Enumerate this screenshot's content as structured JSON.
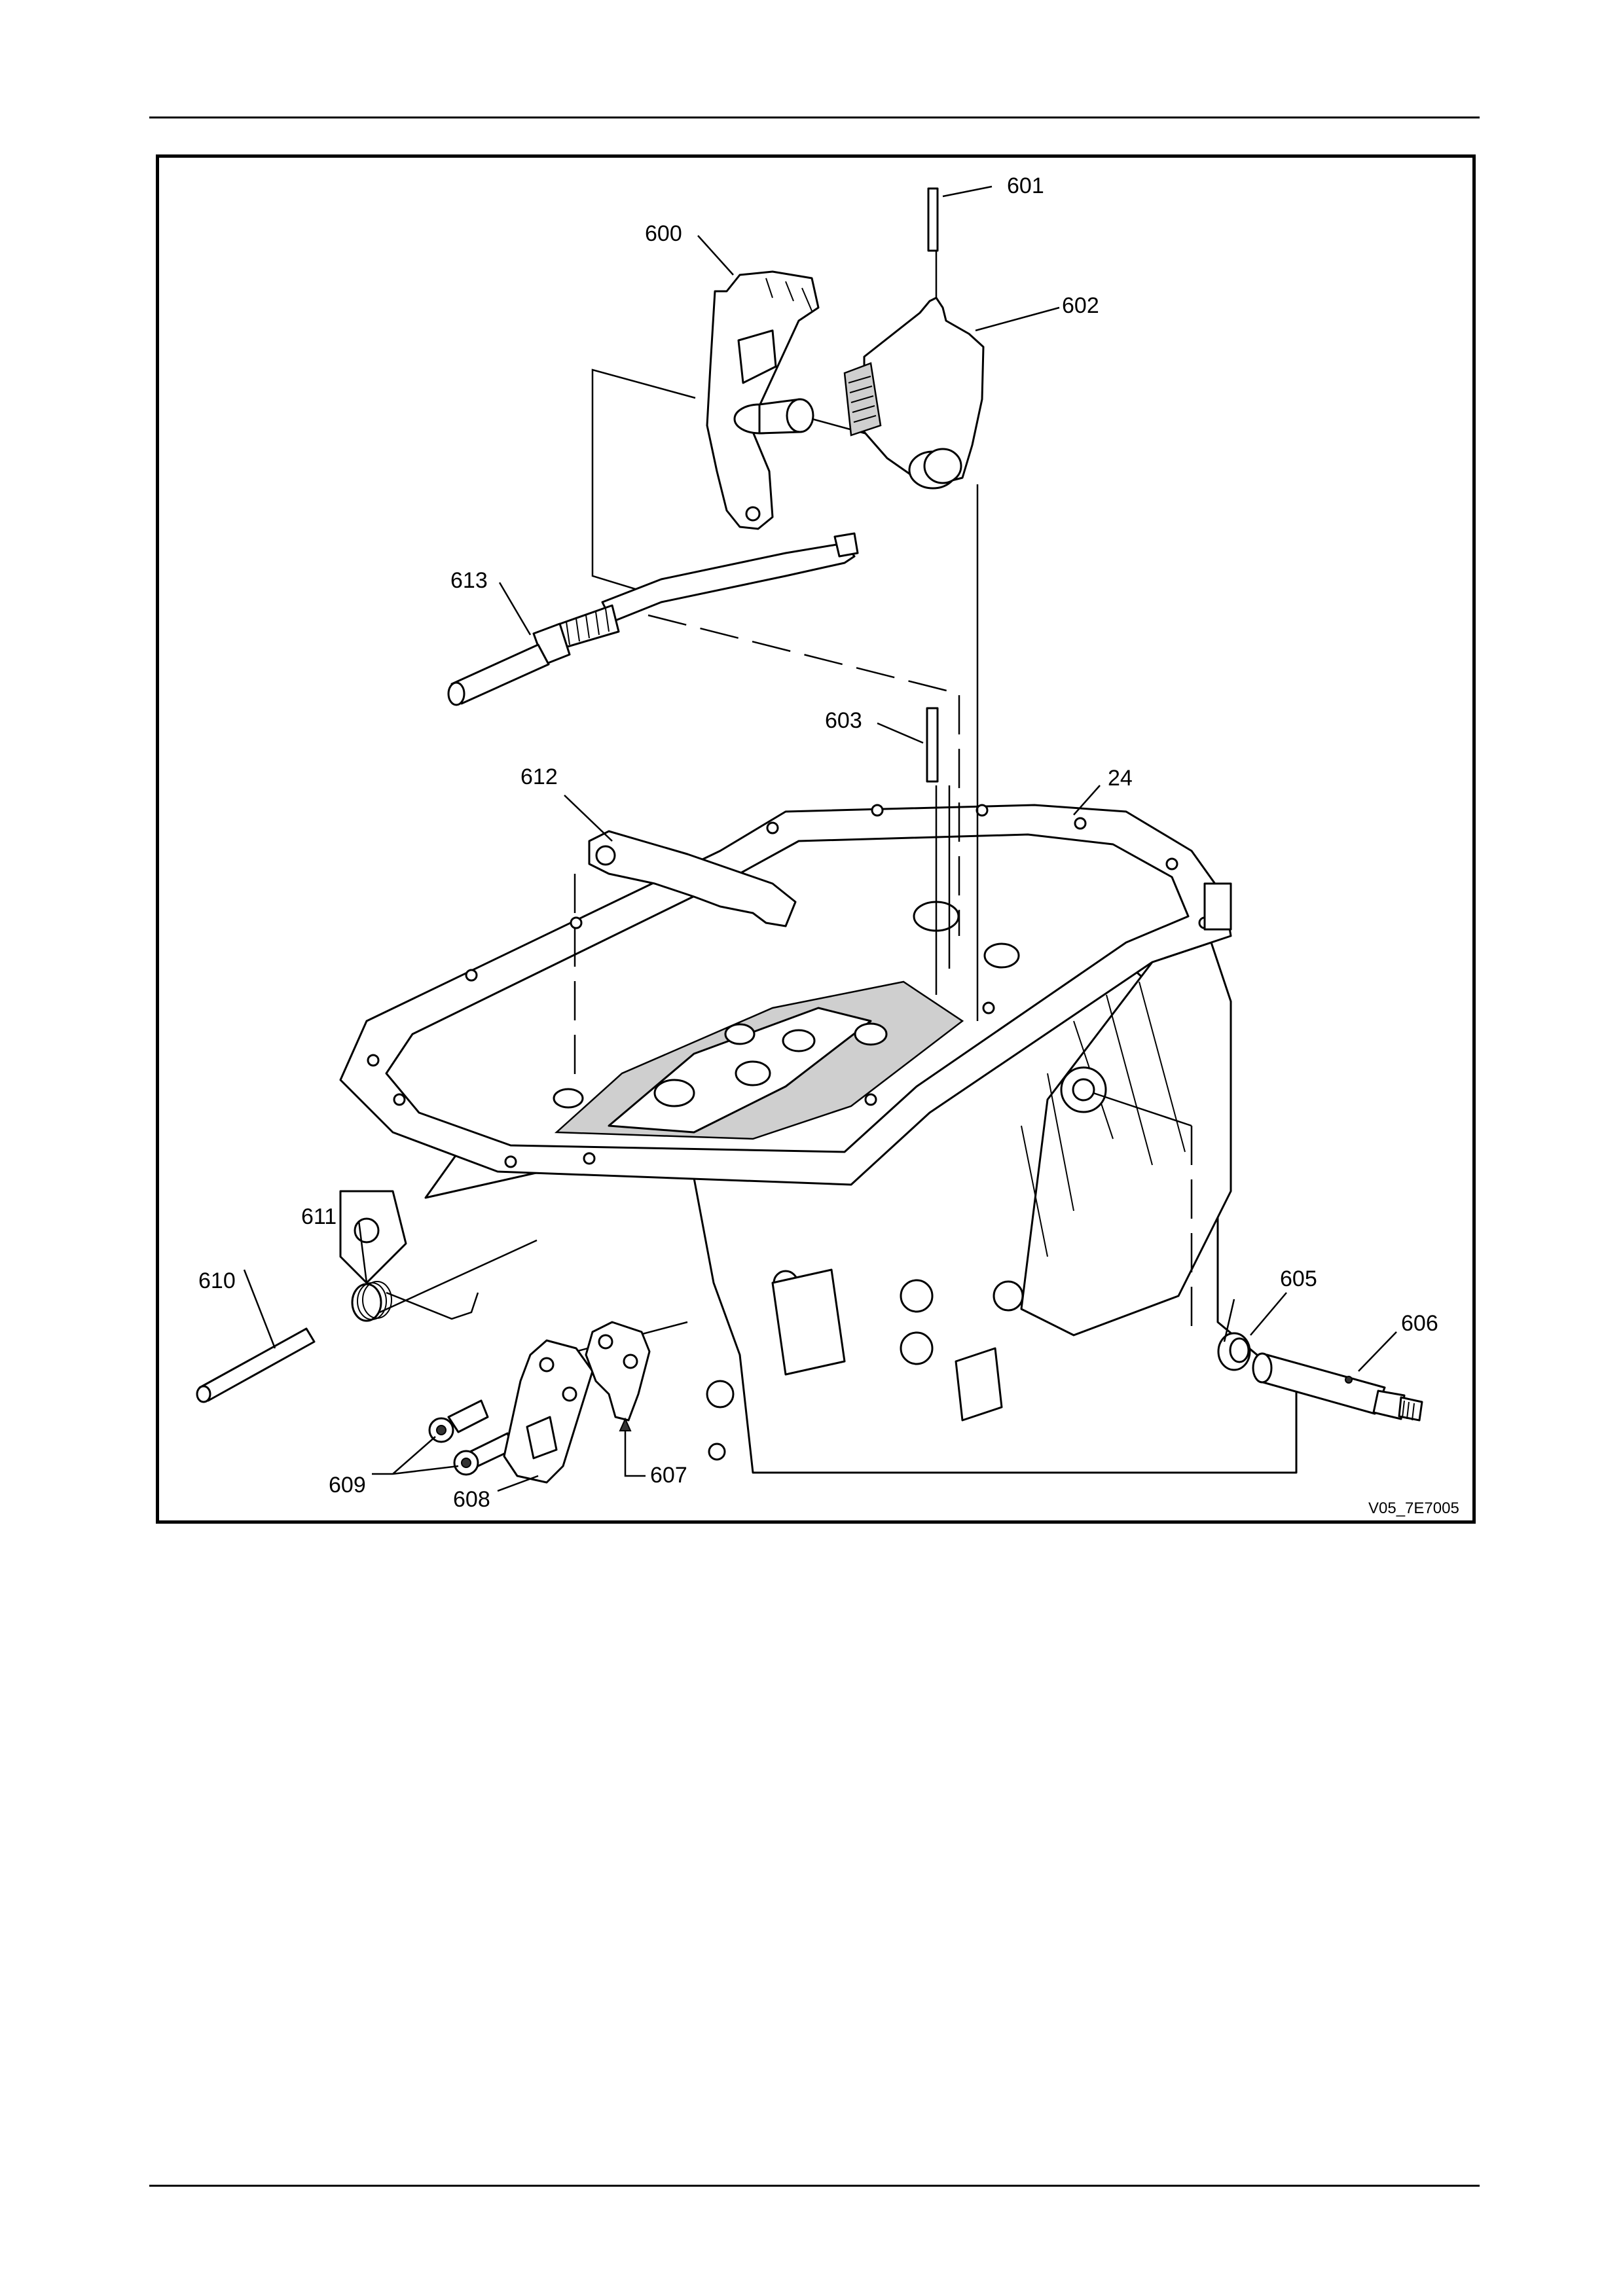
{
  "figure": {
    "code": "V05_7E7005",
    "callouts": {
      "c600": "600",
      "c601": "601",
      "c602": "602",
      "c603": "603",
      "c24": "24",
      "c612": "612",
      "c613": "613",
      "c611": "611",
      "c610": "610",
      "c609": "609",
      "c608": "608",
      "c607": "607",
      "c605": "605",
      "c606": "606"
    }
  }
}
